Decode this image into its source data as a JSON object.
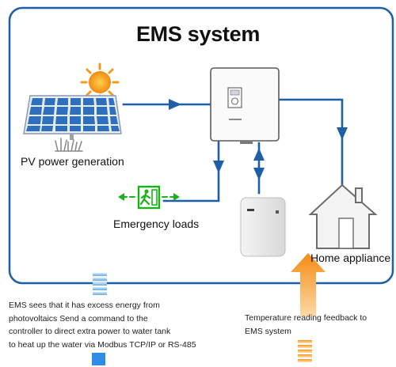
{
  "title": "EMS system",
  "labels": {
    "pv": "PV power generation",
    "emergency": "Emergency loads",
    "home": "Home appliance"
  },
  "notes": {
    "left": [
      "EMS sees that it has excess energy from",
      "photovoltaics Send a command to the",
      "controller to direct extra power to water tank",
      "to heat up the water via Modbus TCP/IP or RS-485"
    ],
    "right": [
      "Temperature reading feedback to",
      "EMS system"
    ]
  },
  "colors": {
    "frame": "#1f5fa8",
    "flow": "#1f5fa8",
    "emergency": "#19b319",
    "feedback_arrow": "#f7961e",
    "panel_cell": "#2f6fbf",
    "sun": "#f29a1b"
  },
  "icons": [
    "sun-icon",
    "solar-panel-icon",
    "grass-icon",
    "inverter-icon",
    "battery-icon",
    "house-icon",
    "emergency-exit-icon"
  ]
}
